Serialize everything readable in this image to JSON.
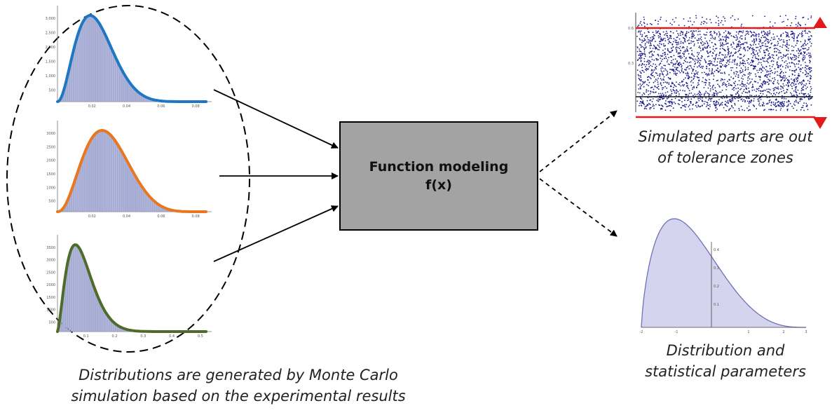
{
  "captions": {
    "left_line1": "Distributions are generated by Monte Carlo",
    "left_line2": "simulation based on the experimental results",
    "right_top_line1": "Simulated parts are out",
    "right_top_line2": "of tolerance zones",
    "right_bottom_line1": "Distribution and",
    "right_bottom_line2": "statistical parameters"
  },
  "function_box": {
    "line1": "Function modeling",
    "line2": "f(x)"
  },
  "histograms": [
    {
      "color": "#1f77c4",
      "y_ticks": [
        "3,000",
        "2,500",
        "2,000",
        "1,500",
        "1,000",
        "500"
      ],
      "x_ticks": [
        "0.02",
        "0.04",
        "0.06",
        "0.08"
      ]
    },
    {
      "color": "#e87722",
      "y_ticks": [
        "3000",
        "2500",
        "2000",
        "1500",
        "1000",
        "500"
      ],
      "x_ticks": [
        "0.02",
        "0.04",
        "0.06",
        "0.08"
      ]
    },
    {
      "color": "#4f6b2a",
      "y_ticks": [
        "3500",
        "3000",
        "2500",
        "2000",
        "1500",
        "1000",
        "500"
      ],
      "x_ticks": [
        "0.1",
        "0.2",
        "0.3",
        "0.4",
        "0.5"
      ]
    }
  ],
  "scatter": {
    "point_color": "#1c1c8c",
    "limit_color": "#e31a1c",
    "y_ticks": [
      "0.6",
      "0.3"
    ]
  },
  "density": {
    "fill": "#d4d4ee",
    "stroke": "#7070b8",
    "y_ticks": [
      "0.4",
      "0.3",
      "0.2",
      "0.1"
    ],
    "x_ticks": [
      "-2",
      "-1",
      "1",
      "2",
      "3"
    ]
  }
}
